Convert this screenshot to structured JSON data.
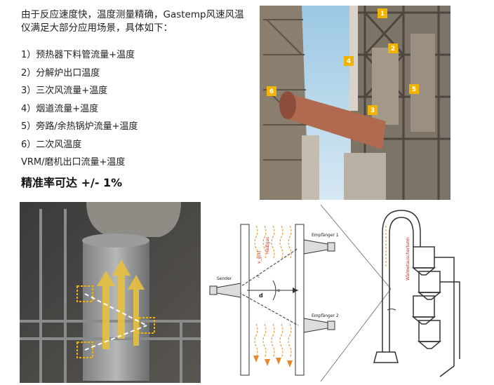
{
  "intro_text": "由于反应速度快，温度测量精确，Gastemp风速风温仪满足大部分应用场景，具体如下：",
  "applications": [
    "1）预热器下料管流量+温度",
    "2）分解炉出口温度",
    "3）三次风流量+温度",
    "4）烟道流量+温度",
    "5）旁路/余热锅炉流量+温度",
    "6）二次风温度",
    "VRM/磨机出口流量+温度"
  ],
  "accuracy_text": "精准率可达 +/- 1%",
  "plant_markers": [
    "1",
    "2",
    "3",
    "4",
    "5",
    "6"
  ],
  "diagram": {
    "sender_label": "Sender",
    "receiver1_label": "Empfänger 1",
    "receiver2_label": "Empfänger 2",
    "hotgas_label": "Heißgas",
    "flow_v_label": "v_g(x)",
    "distance_label": "d",
    "angle_label": "α",
    "path_label": "c",
    "tower_label": "Wärmetauscherturm"
  },
  "colors": {
    "accent_yellow": "#f0b400",
    "flow_orange": "#e8882a",
    "arrow_yellow": "#e8c040"
  }
}
